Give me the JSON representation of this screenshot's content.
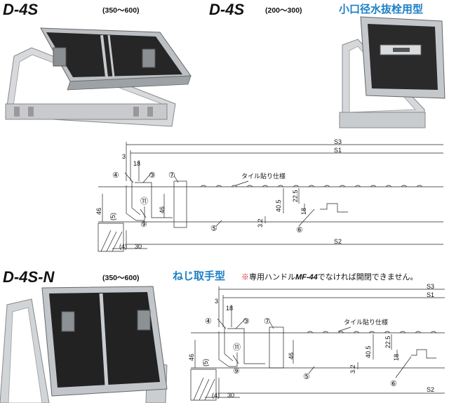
{
  "section1": {
    "model": "D-4S",
    "range": "(350〜600)"
  },
  "section2": {
    "model": "D-4S",
    "range": "(200〜300)",
    "subtitle": "小口径水抜栓用型"
  },
  "section3": {
    "model": "D-4S-N",
    "range": "(350〜600)",
    "subtitle": "ねじ取手型",
    "note_mark": "※",
    "note_pre": "専用ハンドル",
    "note_model": "MF-44",
    "note_post": "でなければ開閉できません。"
  },
  "drawing1": {
    "s3": "S3",
    "s1": "S1",
    "s2": "S2",
    "dim_3": "3",
    "dim_18": "18",
    "dim_46a": "46",
    "dim_46b": "46",
    "dim_405": "40.5",
    "dim_225": "22.5",
    "dim_18b": "18",
    "dim_32": "3.2",
    "dim_5": "(5)",
    "dim_4": "(4)",
    "dim_30": "30",
    "tile": "タイル貼り仕様",
    "c4": "④",
    "c3": "③",
    "c7": "⑦",
    "c11": "⑪",
    "c9": "⑨",
    "c5": "⑤",
    "c6": "⑥"
  },
  "drawing2": {
    "s3": "S3",
    "s1": "S1",
    "s2": "S2",
    "dim_3": "3",
    "dim_18": "18",
    "dim_46a": "46",
    "dim_46b": "46",
    "dim_405": "40.5",
    "dim_225": "22.5",
    "dim_18b": "18",
    "dim_32": "3.2",
    "dim_5": "(5)",
    "dim_4": "(4)",
    "dim_30": "30",
    "tile": "タイル貼り仕様",
    "c4": "④",
    "c3": "③",
    "c7": "⑦",
    "c11": "⑪",
    "c9": "⑨",
    "c5": "⑤",
    "c6": "⑥"
  }
}
